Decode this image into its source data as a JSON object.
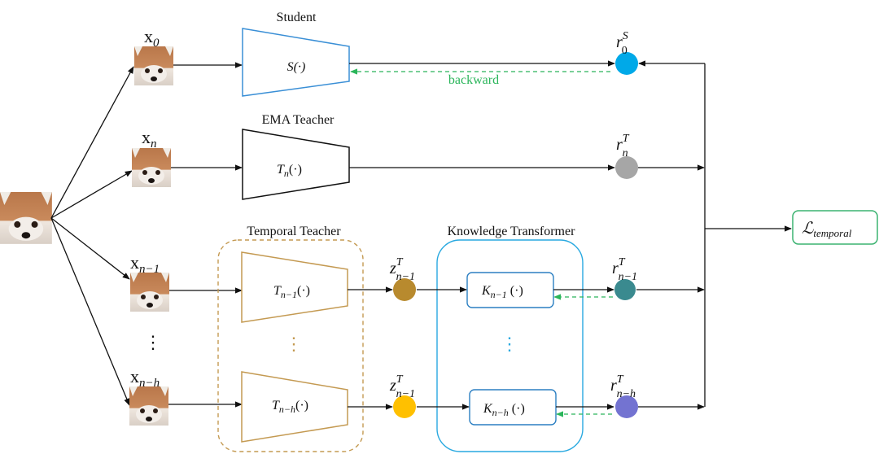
{
  "colors": {
    "student": "#3a8fd6",
    "teacher": "#111111",
    "temporal": "#c49a52",
    "transformer": "#29a9e0",
    "backward": "#2ab55a",
    "loss": "#3cb371",
    "r0S": "#00a9e8",
    "rnT": "#a6a6a6",
    "z1": "#b88a2e",
    "z2": "#ffc000",
    "r1": "#3a8a8f",
    "r2": "#7373d1"
  },
  "inputs": {
    "x0": {
      "base": "x",
      "sub": "0"
    },
    "xn": {
      "base": "x",
      "sub": "n"
    },
    "xn1": {
      "base": "x",
      "sub": "n−1"
    },
    "xnh": {
      "base": "x",
      "sub": "n−h"
    },
    "ellipsis": "⋮"
  },
  "student": {
    "title": "Student",
    "fn": "S(·)"
  },
  "ema": {
    "title": "EMA Teacher",
    "fn_base": "T",
    "fn_sub": "n",
    "fn_tail": "(·)"
  },
  "temporal": {
    "title": "Temporal Teacher",
    "top": {
      "base": "T",
      "sub": "n−1",
      "tail": "(·)"
    },
    "bottom": {
      "base": "T",
      "sub": "n−h",
      "tail": "(·)"
    },
    "ellipsis": "⋮"
  },
  "transformer": {
    "title": "Knowledge Transformer",
    "top": {
      "base": "K",
      "sub": "n−1",
      "tail": " (·)"
    },
    "bottom": {
      "base": "K",
      "sub": "n−h",
      "tail": " (·)"
    },
    "ellipsis": "⋮"
  },
  "nodes": {
    "r0S": {
      "base": "r",
      "sub": "0",
      "sup": "S"
    },
    "rnT": {
      "base": "r",
      "sub": "n",
      "sup": "T"
    },
    "z1": {
      "base": "z",
      "sub": "n−1",
      "sup": "T"
    },
    "z2": {
      "base": "z",
      "sub": "n−1",
      "sup": "T"
    },
    "r1": {
      "base": "r",
      "sub": "n−1",
      "sup": "T"
    },
    "r2": {
      "base": "r",
      "sub": "n−h",
      "sup": "T"
    }
  },
  "backward_label": "backward",
  "loss": {
    "base": "ℒ",
    "sub": "temporal"
  }
}
